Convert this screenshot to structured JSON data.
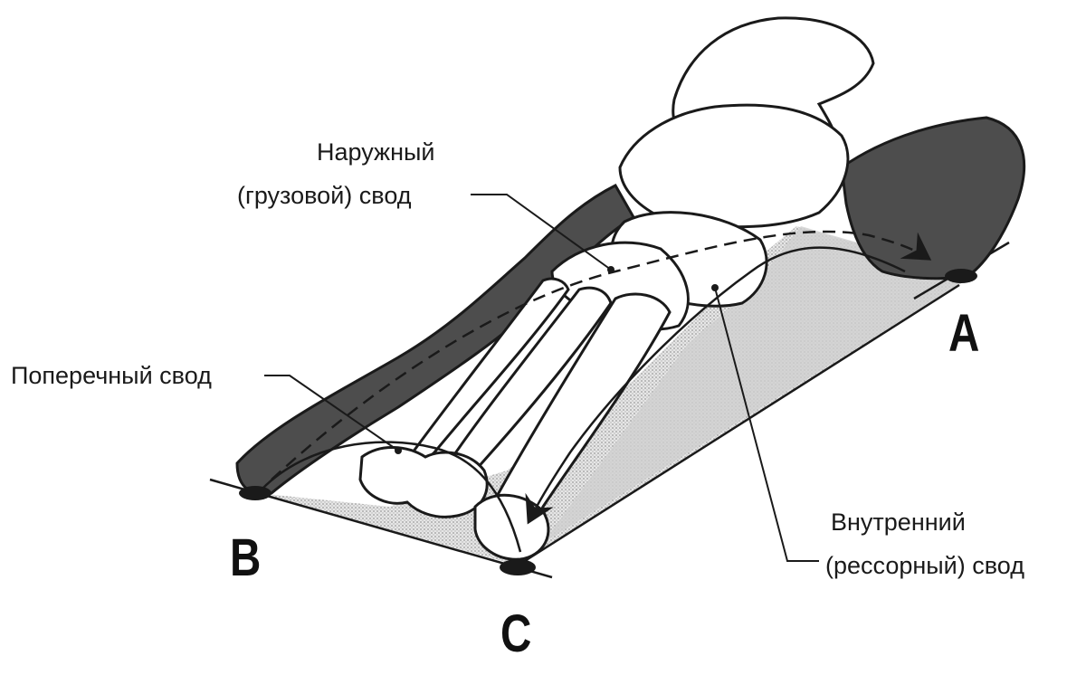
{
  "diagram": {
    "labels": {
      "outer_arch_line1": "Наружный",
      "outer_arch_line2": "(грузовой) свод",
      "transverse_arch": "Поперечный свод",
      "inner_arch_line1": "Внутренний",
      "inner_arch_line2": "(рессорный) свод"
    },
    "points": {
      "a": "A",
      "b": "B",
      "c": "C"
    },
    "colors": {
      "ink": "#1a1a1a",
      "dark_bone": "#4a4a4a",
      "shadow_plane": "#c9c9c9",
      "bone_fill": "#ffffff"
    }
  }
}
